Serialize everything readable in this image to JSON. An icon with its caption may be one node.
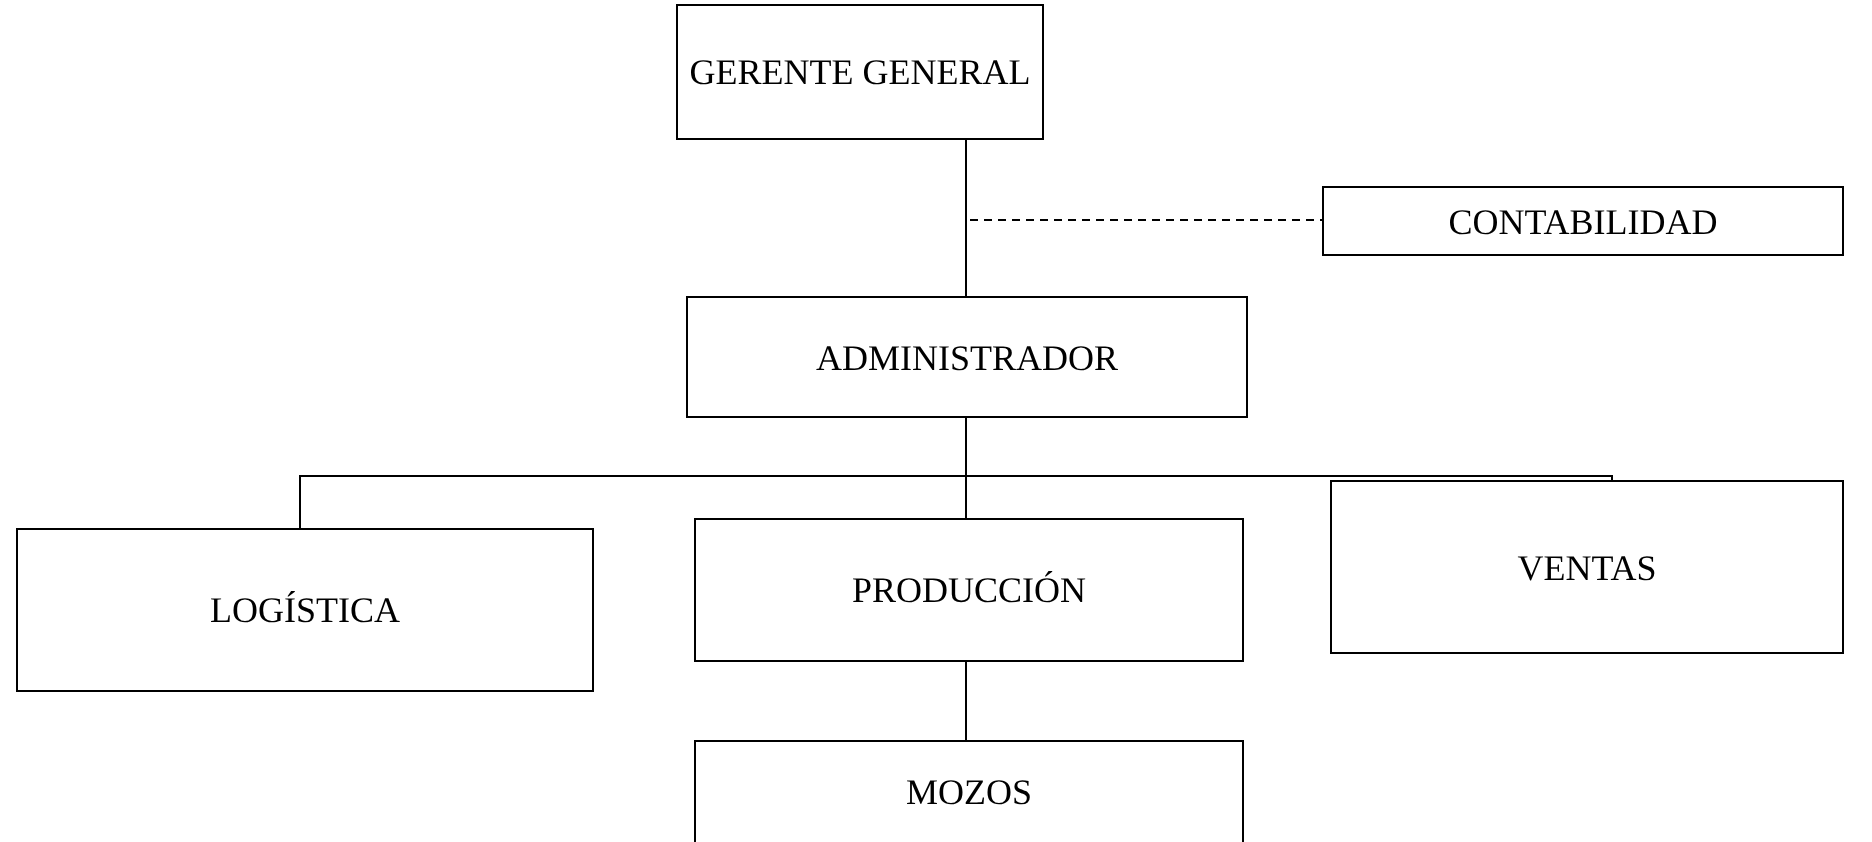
{
  "diagram": {
    "nodes": [
      {
        "text": [
          "GERENTE GENERAL"
        ]
      },
      {
        "text": [
          "CONTABILIDAD"
        ]
      },
      {
        "text": [
          "ADMINISTRADOR"
        ]
      },
      {
        "text": [
          "LOGÍSTICA"
        ]
      },
      {
        "text": [
          "PRODUCCIÓN"
        ]
      },
      {
        "text": [
          "VENTAS"
        ]
      },
      {
        "text": [
          "MOZOS"
        ]
      }
    ],
    "edges": [
      {
        "from": 0,
        "to": 2,
        "arrow": "none"
      },
      {
        "from": 0,
        "to": 1,
        "arrow": "none",
        "style": "dashed"
      },
      {
        "from": 2,
        "to": 3,
        "arrow": "none"
      },
      {
        "from": 2,
        "to": 4,
        "arrow": "none"
      },
      {
        "from": 2,
        "to": 5,
        "arrow": "none"
      },
      {
        "from": 4,
        "to": 6,
        "arrow": "none"
      }
    ]
  }
}
